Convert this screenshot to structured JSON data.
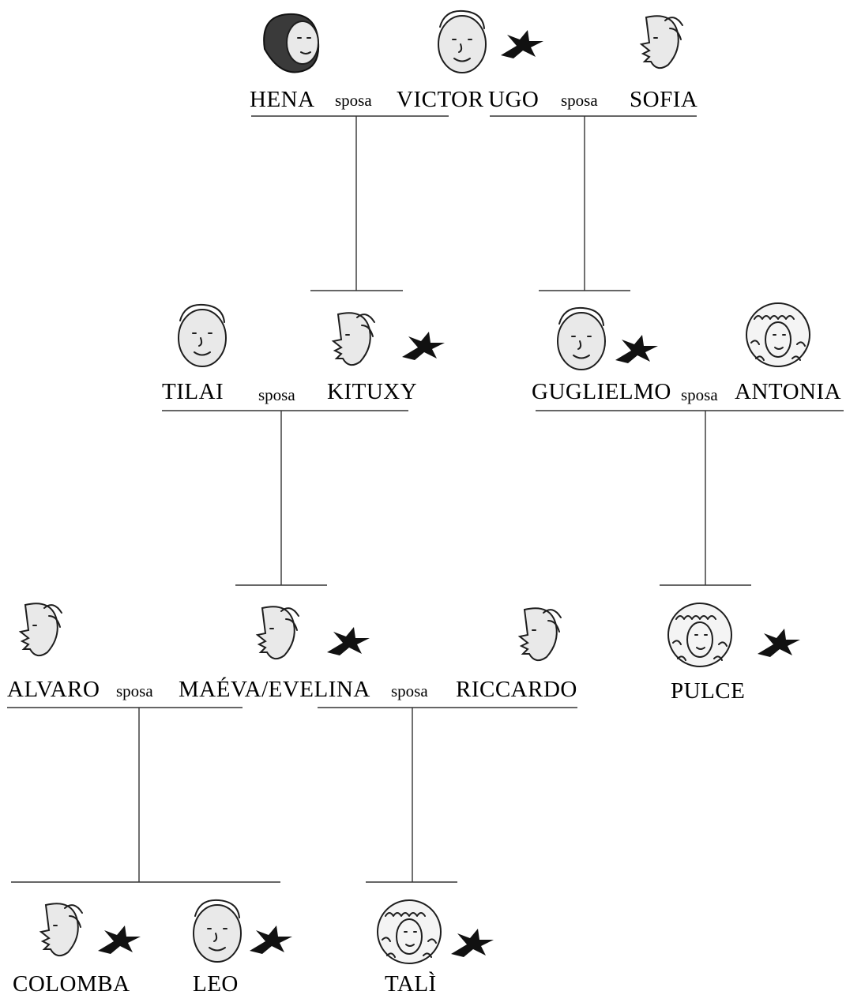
{
  "diagram": {
    "people": [
      {
        "id": "hena",
        "name": "HENA",
        "deceased": false
      },
      {
        "id": "victor",
        "name": "VICTOR",
        "deceased": true
      },
      {
        "id": "ugo",
        "name": "UGO",
        "deceased": true
      },
      {
        "id": "sofia",
        "name": "SOFIA",
        "deceased": false
      },
      {
        "id": "tilai",
        "name": "TILAI",
        "deceased": false
      },
      {
        "id": "kituxy",
        "name": "KITUXY",
        "deceased": true
      },
      {
        "id": "guglielmo",
        "name": "GUGLIELMO",
        "deceased": true
      },
      {
        "id": "antonia",
        "name": "ANTONIA",
        "deceased": false
      },
      {
        "id": "alvaro",
        "name": "ALVARO",
        "deceased": false
      },
      {
        "id": "maeva",
        "name": "MAÉVA/EVELINA",
        "deceased": true
      },
      {
        "id": "riccardo",
        "name": "RICCARDO",
        "deceased": false
      },
      {
        "id": "pulce",
        "name": "PULCE",
        "deceased": true
      },
      {
        "id": "colomba",
        "name": "COLOMBA",
        "deceased": true
      },
      {
        "id": "leo",
        "name": "LEO",
        "deceased": true
      },
      {
        "id": "tali",
        "name": "TALÌ",
        "deceased": true
      }
    ],
    "marriages": [
      {
        "id": "m1",
        "label": "sposa",
        "partners": [
          "hena",
          "victor"
        ],
        "children": [
          "kituxy"
        ]
      },
      {
        "id": "m2",
        "label": "sposa",
        "partners": [
          "ugo",
          "sofia"
        ],
        "children": [
          "guglielmo"
        ]
      },
      {
        "id": "m3",
        "label": "sposa",
        "partners": [
          "tilai",
          "kituxy"
        ],
        "children": [
          "maeva"
        ]
      },
      {
        "id": "m4",
        "label": "sposa",
        "partners": [
          "guglielmo",
          "antonia"
        ],
        "children": [
          "pulce"
        ]
      },
      {
        "id": "m5",
        "label": "sposa",
        "partners": [
          "alvaro",
          "maeva"
        ],
        "children": [
          "colomba",
          "leo"
        ]
      },
      {
        "id": "m6",
        "label": "sposa",
        "partners": [
          "maeva",
          "riccardo"
        ],
        "children": [
          "tali"
        ]
      }
    ]
  }
}
